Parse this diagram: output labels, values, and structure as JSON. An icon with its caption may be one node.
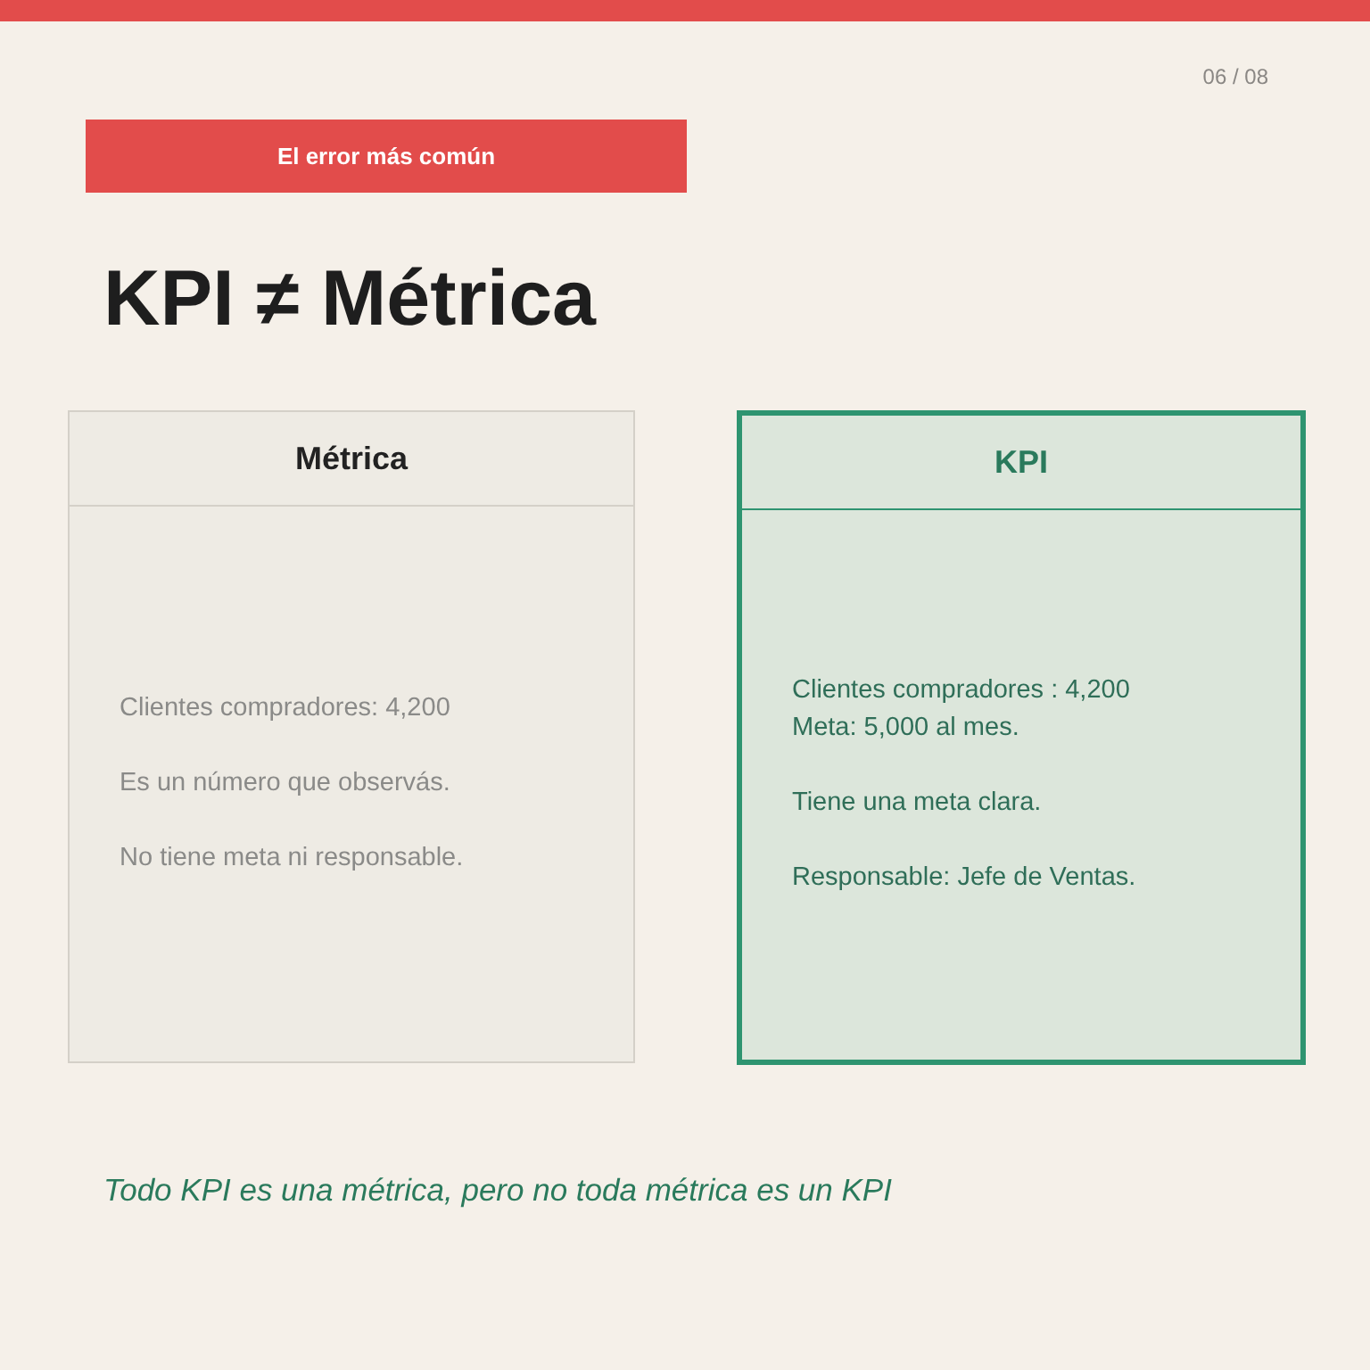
{
  "diagram": {
    "title": "KPI ≠ Métrica",
    "caption": "Todo KPI es una métrica, pero no toda métrica es un KPI",
    "nodes": [
      {
        "text": [
          "El error más común"
        ]
      },
      {
        "text": [
          "Métrica",
          "Clientes compradores: 4,200",
          "Es un número que observás.",
          "No tiene meta ni responsable."
        ]
      },
      {
        "text": [
          "KPI",
          "Clientes compradores : 4,200 Meta: 5,000 al mes.",
          "Tiene una meta clara.",
          "Responsable: Jefe de Ventas."
        ]
      }
    ],
    "labels": [
      "06 / 08"
    ]
  }
}
